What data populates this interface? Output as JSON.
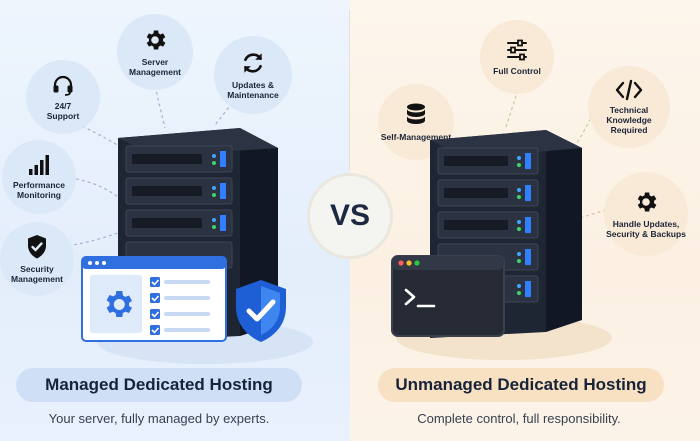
{
  "left": {
    "features": [
      {
        "label": "Server\nManagement",
        "icon": "gear-icon"
      },
      {
        "label": "Updates &\nMaintenance",
        "icon": "sync-icon"
      },
      {
        "label": "24/7\nSupport",
        "icon": "headset-icon"
      },
      {
        "label": "Performance\nMonitoring",
        "icon": "bar-chart-icon"
      },
      {
        "label": "Security\nManagement",
        "icon": "shield-check-icon"
      }
    ],
    "title": "Managed Dedicated Hosting",
    "tagline": "Your server, fully managed by experts."
  },
  "right": {
    "features": [
      {
        "label": "Full Control",
        "icon": "sliders-icon"
      },
      {
        "label": "Self-Management",
        "icon": "database-icon"
      },
      {
        "label": "Technical\nKnowledge Required",
        "icon": "code-icon"
      },
      {
        "label": "Handle Updates,\nSecurity & Backups",
        "icon": "gear-icon"
      }
    ],
    "title": "Unmanaged Dedicated Hosting",
    "tagline": "Complete control, full responsibility."
  },
  "vs_label": "VS",
  "colors": {
    "accent_blue": "#2f6fe0",
    "dark_server": "#1e2533",
    "terminal": "#252a35"
  }
}
